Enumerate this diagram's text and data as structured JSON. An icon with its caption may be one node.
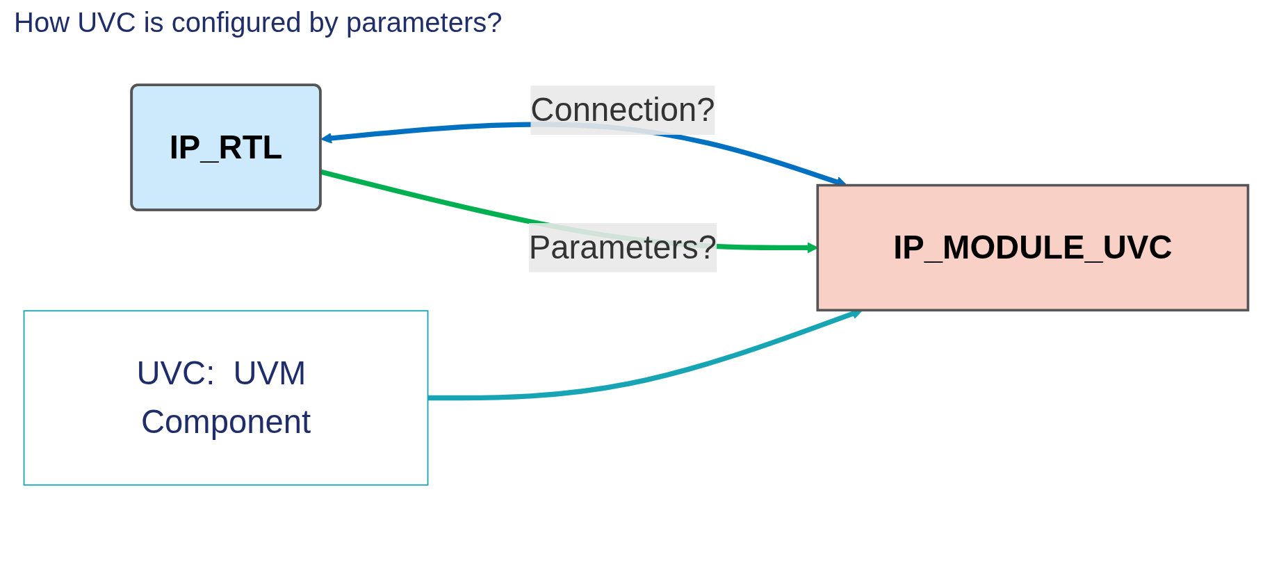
{
  "diagram": {
    "title": "How UVC is configured by parameters?",
    "nodes": [
      {
        "text": [
          "IP_RTL"
        ]
      },
      {
        "text": [
          "IP_MODULE_UVC"
        ]
      },
      {
        "text": [
          "UVC:  UVM Component"
        ]
      }
    ],
    "edges": [
      {
        "from": 0,
        "to": 1,
        "arrow": "both",
        "label": "Connection?",
        "color": "#0070c0"
      },
      {
        "from": 0,
        "to": 1,
        "arrow": "to",
        "label": "Parameters?",
        "color": "#00b050"
      },
      {
        "from": 2,
        "to": 1,
        "arrow": "to",
        "color": "#17a5b5"
      }
    ]
  }
}
